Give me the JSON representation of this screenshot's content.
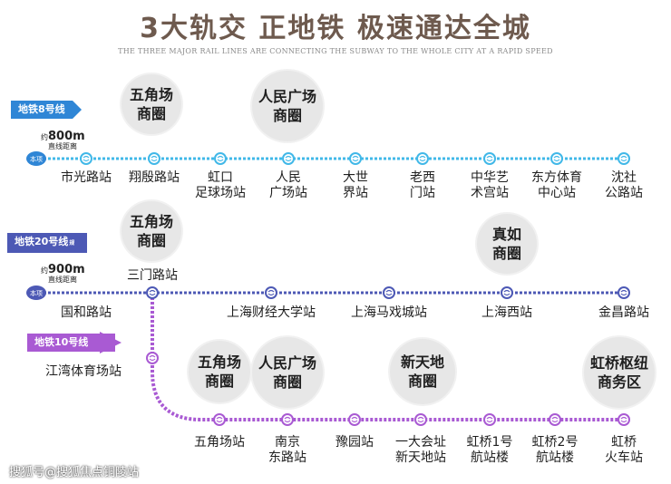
{
  "title": "3大轨交  正地铁  极速通达全城",
  "subtitle": "THE THREE MAJOR RAIL LINES ARE CONNECTING THE SUBWAY TO THE WHOLE CITY AT A RAPID SPEED",
  "lines": {
    "l8": {
      "name": "地铁8号线",
      "color": "#41b8e8",
      "start_marker": "本项",
      "distance_prefix": "约",
      "distance_value": "800m",
      "distance_note": "直线距离",
      "stations": [
        "市光路站",
        "翔殷路站",
        "虹口\n足球场站",
        "人民\n广场站",
        "大世\n界站",
        "老西\n门站",
        "中华艺\n术宫站",
        "东方体育\n中心站",
        "沈社\n公路站"
      ]
    },
    "l20": {
      "name": "地铁20号线",
      "name_suffix": "规划",
      "color": "#4d59b5",
      "start_marker": "本项",
      "distance_prefix": "约",
      "distance_value": "900m",
      "distance_note": "直线距离",
      "stations": [
        "国和路站",
        "三门路站",
        "上海财经大学站",
        "上海马戏城站",
        "上海西站",
        "金昌路站"
      ]
    },
    "l10": {
      "name": "地铁10号线",
      "color": "#a95ad3",
      "stations": [
        "江湾体育场站",
        "五角场站",
        "南京\n东路站",
        "豫园站",
        "一大会址\n新天地站",
        "虹桥1号\n航站楼",
        "虹桥2号\n航站楼",
        "虹桥\n火车站"
      ]
    }
  },
  "hubs": [
    {
      "name": "五角场\n商圈"
    },
    {
      "name": "人民广场\n商圈"
    },
    {
      "name": "五角场\n商圈"
    },
    {
      "name": "真如\n商圈"
    },
    {
      "name": "五角场\n商圈"
    },
    {
      "name": "人民广场\n商圈"
    },
    {
      "name": "新天地\n商圈"
    },
    {
      "name": "虹桥枢纽\n商务区"
    }
  ],
  "watermark": "搜狐号@搜狐焦点铜陵站"
}
